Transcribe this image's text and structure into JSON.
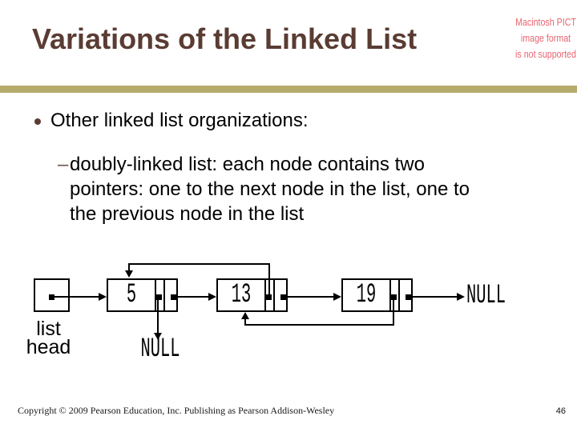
{
  "slide": {
    "title": "Variations of the Linked List",
    "pict_notice": "Macintosh PICT\nimage format\nis not supported",
    "bullet_marker": "•",
    "bullet_text": "Other linked list organizations:",
    "sub_bullet_marker": "–",
    "sub_bullet_text": "doubly-linked list: each node contains two\npointers: one to the next node in the list, one to\nthe previous node in the list",
    "footer_copyright": "Copyright © 2009 Pearson Education, Inc. Publishing as Pearson Addison-Wesley",
    "page_number": "46"
  },
  "diagram": {
    "head_label": "list\nhead",
    "nodes": [
      {
        "value": "5"
      },
      {
        "value": "13"
      },
      {
        "value": "19"
      }
    ],
    "next_null_label": "NULL",
    "prev_null_label": "NULL"
  },
  "colors": {
    "title_brown": "#5a3c33",
    "separator_olive": "#b5ab6c",
    "pict_red": "#e9646f",
    "sub_marker_brown": "#6e5048",
    "diagram_black": "#000000"
  }
}
